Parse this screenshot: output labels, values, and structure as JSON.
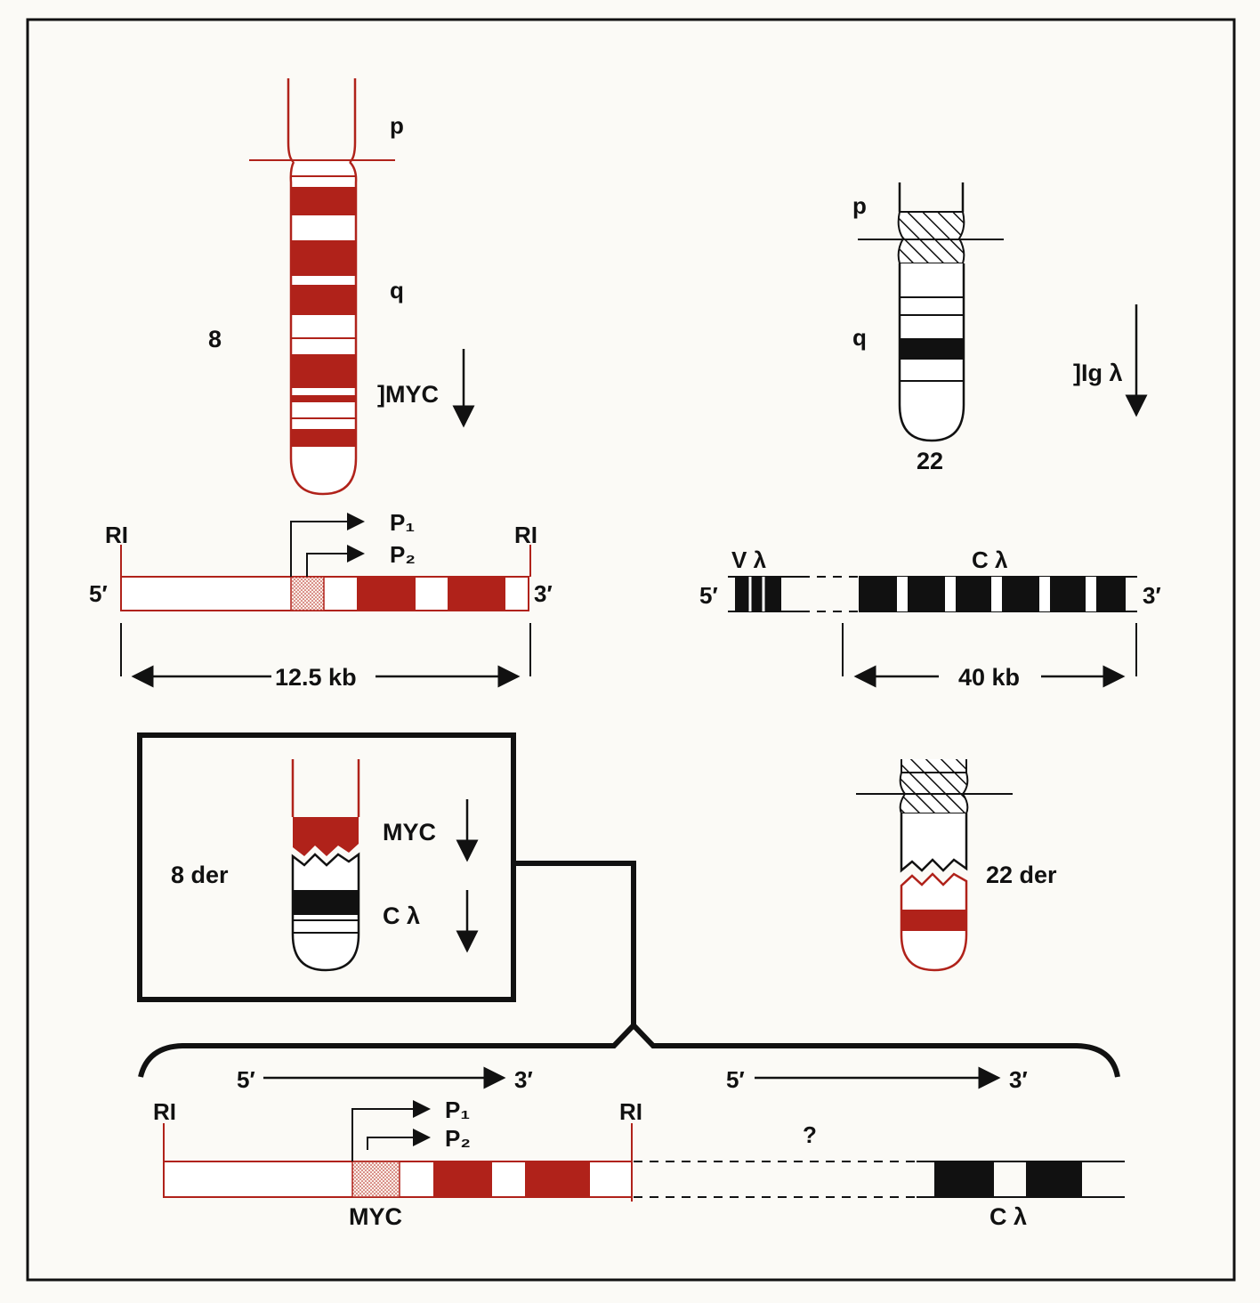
{
  "colors": {
    "red": "#b0221a",
    "black": "#111111",
    "white": "#ffffff",
    "paper": "#fbfaf6"
  },
  "chr8": {
    "p": "p",
    "q": "q",
    "number": "8",
    "gene": "]MYC"
  },
  "chr22": {
    "p": "p",
    "q": "q",
    "number": "22",
    "gene": "]Ig λ"
  },
  "myc_map": {
    "left_site": "RI",
    "right_site": "RI",
    "p1": "P₁",
    "p2": "P₂",
    "five": "5′",
    "three": "3′",
    "size": "12.5 kb"
  },
  "lambda_map": {
    "v": "V λ",
    "c": "C λ",
    "five": "5′",
    "three": "3′",
    "size": "40 kb"
  },
  "der8": {
    "label": "8 der",
    "myc": "MYC",
    "c": "C λ"
  },
  "der22": {
    "label": "22 der"
  },
  "bottom": {
    "left_five": "5′",
    "left_three": "3′",
    "right_five": "5′",
    "right_three": "3′",
    "left_site": "RI",
    "right_site": "RI",
    "p1": "P₁",
    "p2": "P₂",
    "myc": "MYC",
    "question": "?",
    "c": "C λ"
  }
}
